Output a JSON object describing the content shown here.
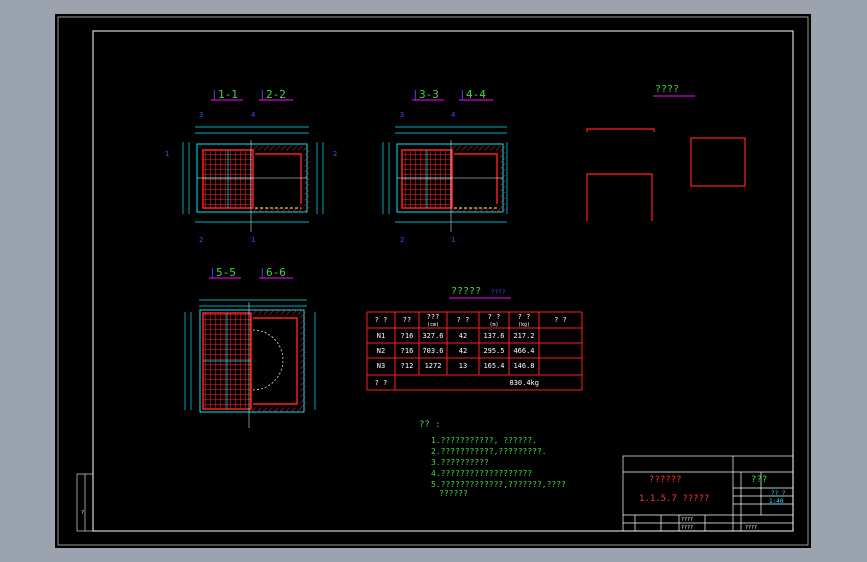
{
  "colors": {
    "canvas": "#000000",
    "outer_bg": "#9aa3ae",
    "frame": "#ffffff",
    "section_label": "#3ddc3d",
    "label_marker": "#4a4aff",
    "underline": "#ff00ff",
    "rebar": "#ff2020",
    "dimension": "#00e5ff",
    "table_border": "#ff2020",
    "table_text": "#ffffff",
    "notes": "#3ddc3d",
    "title_red": "#ff3030"
  },
  "sections": {
    "s1": "1-1",
    "s2": "2-2",
    "s3": "3-3",
    "s4": "4-4",
    "s5": "5-5",
    "s6": "6-6"
  },
  "marks": {
    "m1": "1",
    "m2": "2",
    "m3": "3",
    "m4": "4"
  },
  "rebar_title": "????",
  "table": {
    "title": "?????",
    "title_suffix": "????",
    "headers": [
      "? ?",
      "??",
      "???",
      "? ?",
      "? ?",
      "? ?",
      "? ?"
    ],
    "header_units": [
      "",
      "",
      "(cm)",
      "",
      "(m)",
      "(kg)",
      ""
    ],
    "rows": [
      [
        "N1",
        "?16",
        "327.6",
        "42",
        "137.6",
        "217.2",
        ""
      ],
      [
        "N2",
        "?16",
        "703.6",
        "42",
        "295.5",
        "466.4",
        ""
      ],
      [
        "N3",
        "?12",
        "1272",
        "13",
        "165.4",
        "146.8",
        ""
      ]
    ],
    "total_label": "? ?",
    "total_value": "830.4kg"
  },
  "notes": {
    "title": "?? :",
    "lines": [
      "1.???????????, ??????.",
      "2.???????????,?????????.",
      "3.??????????",
      "4.???????????????????",
      "5.?????????????,???????,????",
      "??????"
    ]
  },
  "title_block": {
    "project": "??????",
    "drawing": "1.1.5.7 ?????",
    "col_head": "???",
    "scale": "1:40",
    "code": "?? ?",
    "footer_a": "????",
    "footer_b": "????",
    "footer_c": "????"
  }
}
